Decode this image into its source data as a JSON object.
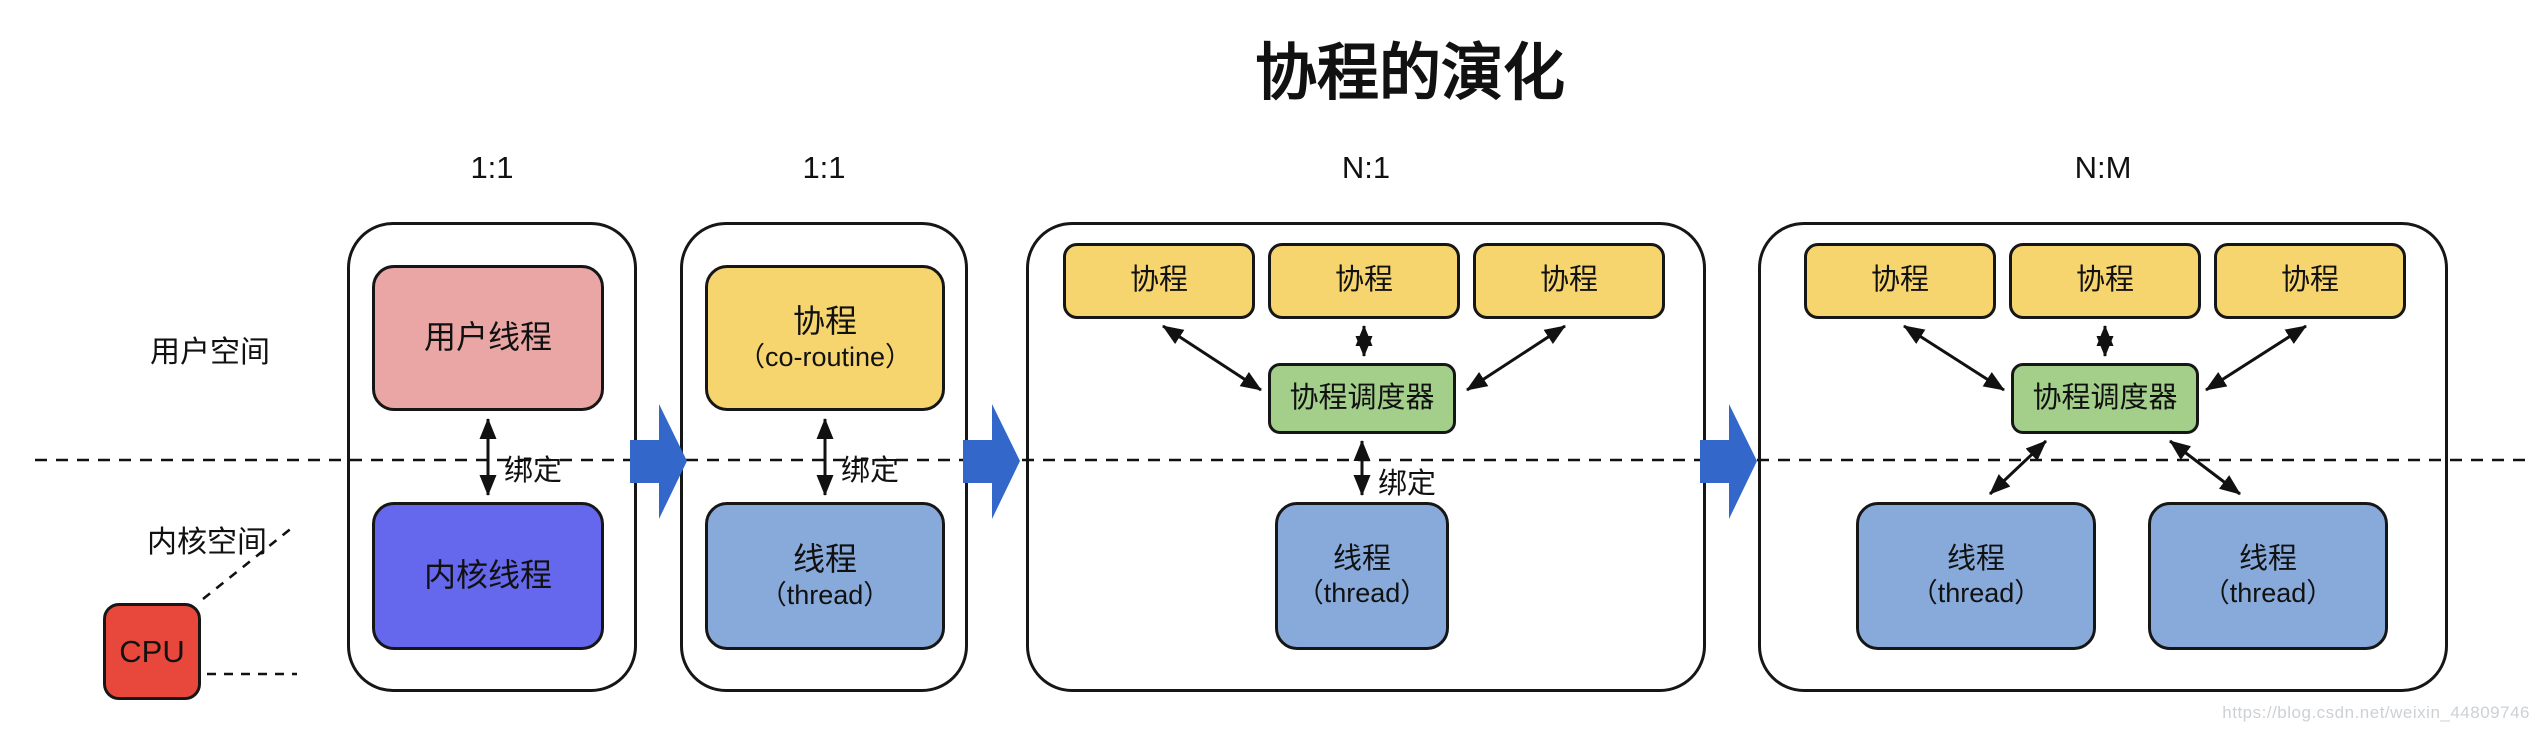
{
  "title": "协程的演化",
  "watermark": "https://blog.csdn.net/weixin_44809746",
  "space_labels": {
    "user": "用户空间",
    "kernel": "内核空间"
  },
  "cpu_label": "CPU",
  "bind_label": "绑定",
  "colors": {
    "pink": "#E9A6A4",
    "violet": "#6567EC",
    "yellow": "#F6D56F",
    "thread_blue": "#87AADB",
    "green": "#A3CF8B",
    "red": "#E8483C",
    "arrow_blue": "#3367C9",
    "border": "#161616",
    "watermark_gray": "#cdd1d5"
  },
  "panels": {
    "p1": {
      "ratio": "1:1",
      "top_box": "用户线程",
      "bottom_box": "内核线程"
    },
    "p2": {
      "ratio": "1:1",
      "top_line1": "协程",
      "top_line2": "（co-routine）",
      "bottom_line1": "线程",
      "bottom_line2": "（thread）"
    },
    "p3": {
      "ratio": "N:1",
      "c1": "协程",
      "c2": "协程",
      "c3": "协程",
      "scheduler": "协程调度器",
      "t1_line1": "线程",
      "t1_line2": "（thread）"
    },
    "p4": {
      "ratio": "N:M",
      "c1": "协程",
      "c2": "协程",
      "c3": "协程",
      "scheduler": "协程调度器",
      "t1_line1": "线程",
      "t1_line2": "（thread）",
      "t2_line1": "线程",
      "t2_line2": "（thread）"
    }
  }
}
